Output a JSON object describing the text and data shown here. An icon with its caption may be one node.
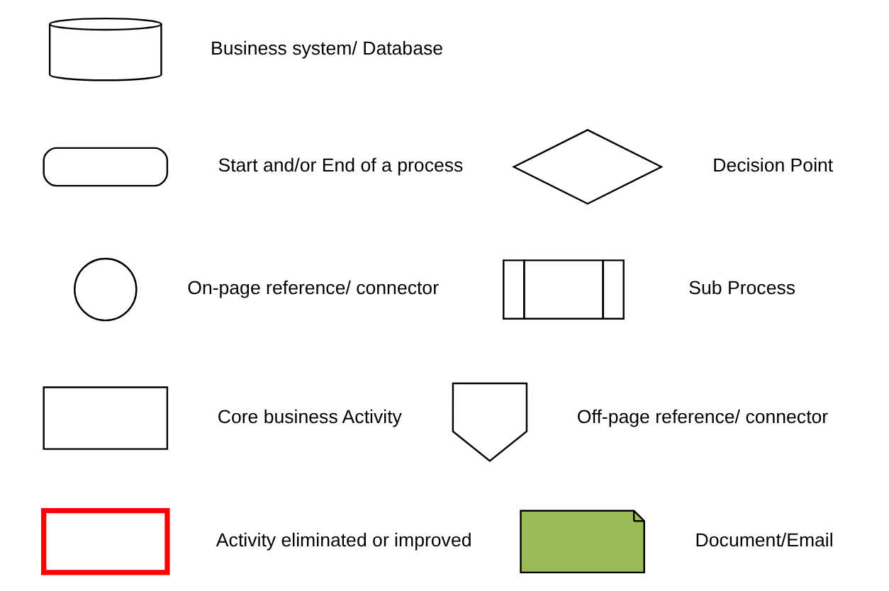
{
  "diagram": {
    "nodes": [
      {
        "text": [],
        "shape": "cylinder",
        "beside": [
          "Business system/ Database"
        ]
      },
      {
        "text": [],
        "shape": "stadium",
        "beside": [
          "Start and/or End of a process"
        ]
      },
      {
        "text": [],
        "shape": "circle",
        "beside": [
          "On-page reference/ connector"
        ]
      },
      {
        "text": [],
        "shape": "box",
        "beside": [
          "Core business Activity"
        ]
      },
      {
        "text": [],
        "shape": "box",
        "beside": [
          "Activity eliminated or improved"
        ]
      },
      {
        "text": [],
        "shape": "diamond",
        "beside": [
          "Decision Point"
        ]
      },
      {
        "text": [],
        "shape": "subprocess",
        "beside": [
          "Sub Process"
        ]
      },
      {
        "text": [],
        "shape": "pentagon",
        "beside": [
          "Off-page reference/ connector"
        ]
      },
      {
        "text": [],
        "shape": "document",
        "beside": [
          "Document/Email"
        ]
      }
    ],
    "edges": []
  }
}
